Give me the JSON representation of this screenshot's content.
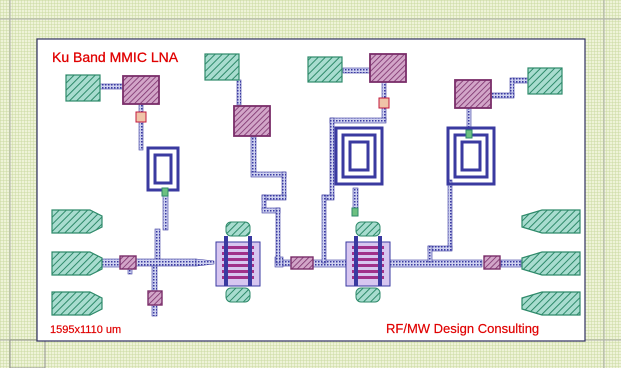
{
  "layout": {
    "title": "Ku Band MMIC  LNA",
    "dimensions": "1595x1110 um",
    "company": "RF/MW Design Consulting"
  },
  "colors": {
    "background_grid": "#c9d9a0",
    "chip": "#ffffff",
    "chip_border": "#303060",
    "pad_fill": "#6cc0b0",
    "pad_hatch": "#2e8a6a",
    "mim_fill": "#a05090",
    "metal_trace": "#3a3aa0",
    "via_fill": "#c23ea0",
    "label": "#e00000"
  },
  "icons": {
    "rf_pad": "hatched-rounded-pad",
    "dc_pad": "hatched-square-pad",
    "capacitor": "mim-capacitor",
    "inductor": "spiral-inductor",
    "transistor": "fet-transistor"
  }
}
